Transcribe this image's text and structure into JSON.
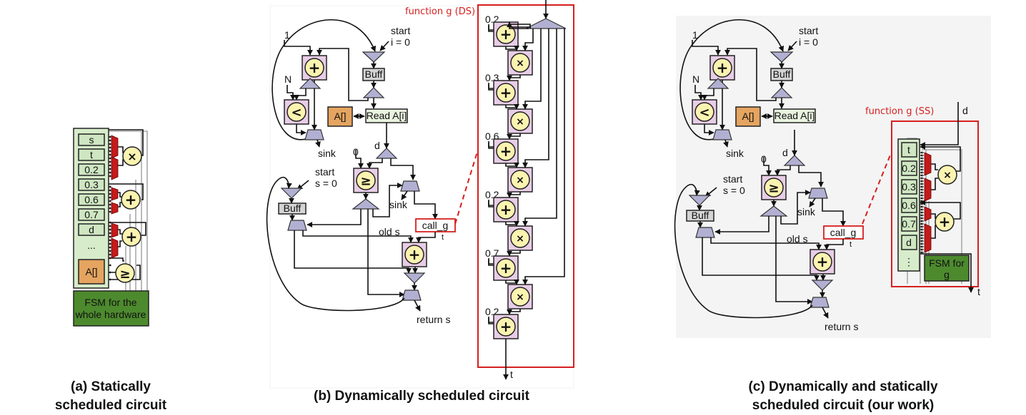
{
  "panel_a": {
    "registers": [
      "s",
      "t",
      "0.2",
      "0.3",
      "0.6",
      "0.7",
      "d",
      "..."
    ],
    "memory_label": "A[]",
    "operators": [
      "×",
      "+",
      "+",
      "≥"
    ],
    "fsm_label_line1": "FSM for the",
    "fsm_label_line2": "whole hardware",
    "caption_line1": "(a) Statically",
    "caption_line2": "scheduled circuit"
  },
  "panel_b": {
    "function_box_title": "function g (DS)",
    "loop1": {
      "const_one": "1",
      "const_n": "N",
      "start_line1": "start",
      "start_line2": "i = 0",
      "buff_label": "Buff",
      "memory_label": "A[]",
      "read_label": "Read A[i]",
      "sink_label": "sink",
      "add_op": "+",
      "lt_op": "<"
    },
    "loop2": {
      "d_label": "d",
      "const_zero": "0",
      "ge_op": "≥",
      "start_line1": "start",
      "start_line2": "s = 0",
      "buff_label": "Buff",
      "sink_label": "sink",
      "call_label": "call_g",
      "t_label": "t",
      "old_s_label": "old s",
      "add_op": "+",
      "return_label": "return s"
    },
    "function_g": {
      "constants": [
        "0.2",
        "0.3",
        "0.6",
        "0.2",
        "0.7",
        "0.2"
      ],
      "add_op": "+",
      "mul_op": "×",
      "output_label": "t"
    },
    "caption": "(b) Dynamically scheduled circuit"
  },
  "panel_c": {
    "function_box_title": "function g (SS)",
    "input_label": "d",
    "output_label": "t",
    "registers": [
      "t",
      "0.2",
      "0.3",
      "0.6",
      "0.7",
      "d",
      "⋮"
    ],
    "operators": [
      "×",
      "+"
    ],
    "fsm_label_line1": "FSM for",
    "fsm_label_line2": "g",
    "caption_line1": "(c) Dynamically and statically",
    "caption_line2": "scheduled circuit (our work)"
  }
}
